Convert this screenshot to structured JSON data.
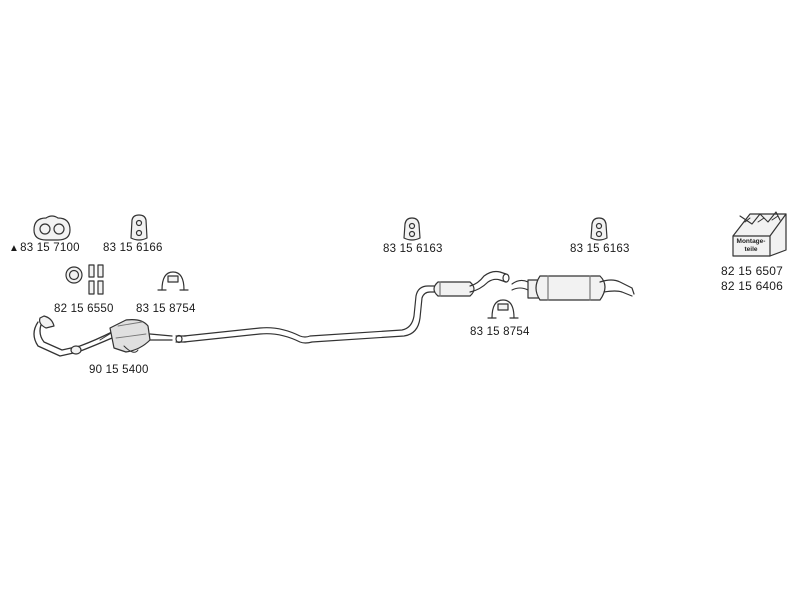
{
  "colors": {
    "line": "#333333",
    "part_fill": "#f2f2f2",
    "shade": "#9a9a9a"
  },
  "parts": {
    "flange_gasket": {
      "marker": "▲",
      "number": "83 15 7100",
      "icon": "flange-gasket-icon"
    },
    "rubber_hanger_front": {
      "number": "83 15 6166",
      "icon": "rubber-hanger-icon"
    },
    "ring_and_bolts": {
      "number": "82 15 6550",
      "icon": "seal-ring-and-bolts-icon"
    },
    "clamp_front": {
      "number": "83 15 8754",
      "icon": "pipe-clamp-icon"
    },
    "front_pipe_catalyst": {
      "number": "90 15 5400",
      "icon": "front-pipe-catalyst-icon"
    },
    "rubber_hanger_mid": {
      "number": "83 15 6163",
      "icon": "rubber-hanger-icon"
    },
    "clamp_rear": {
      "number": "83 15 8754",
      "icon": "pipe-clamp-icon"
    },
    "rubber_hanger_rear": {
      "number": "83 15 6163",
      "icon": "rubber-hanger-icon"
    },
    "mounting_kit": {
      "box_text_line1": "Montage-",
      "box_text_line2": "teile",
      "number_1": "82 15 6507",
      "number_2": "82 15 6406",
      "icon": "mounting-parts-box-icon"
    }
  }
}
